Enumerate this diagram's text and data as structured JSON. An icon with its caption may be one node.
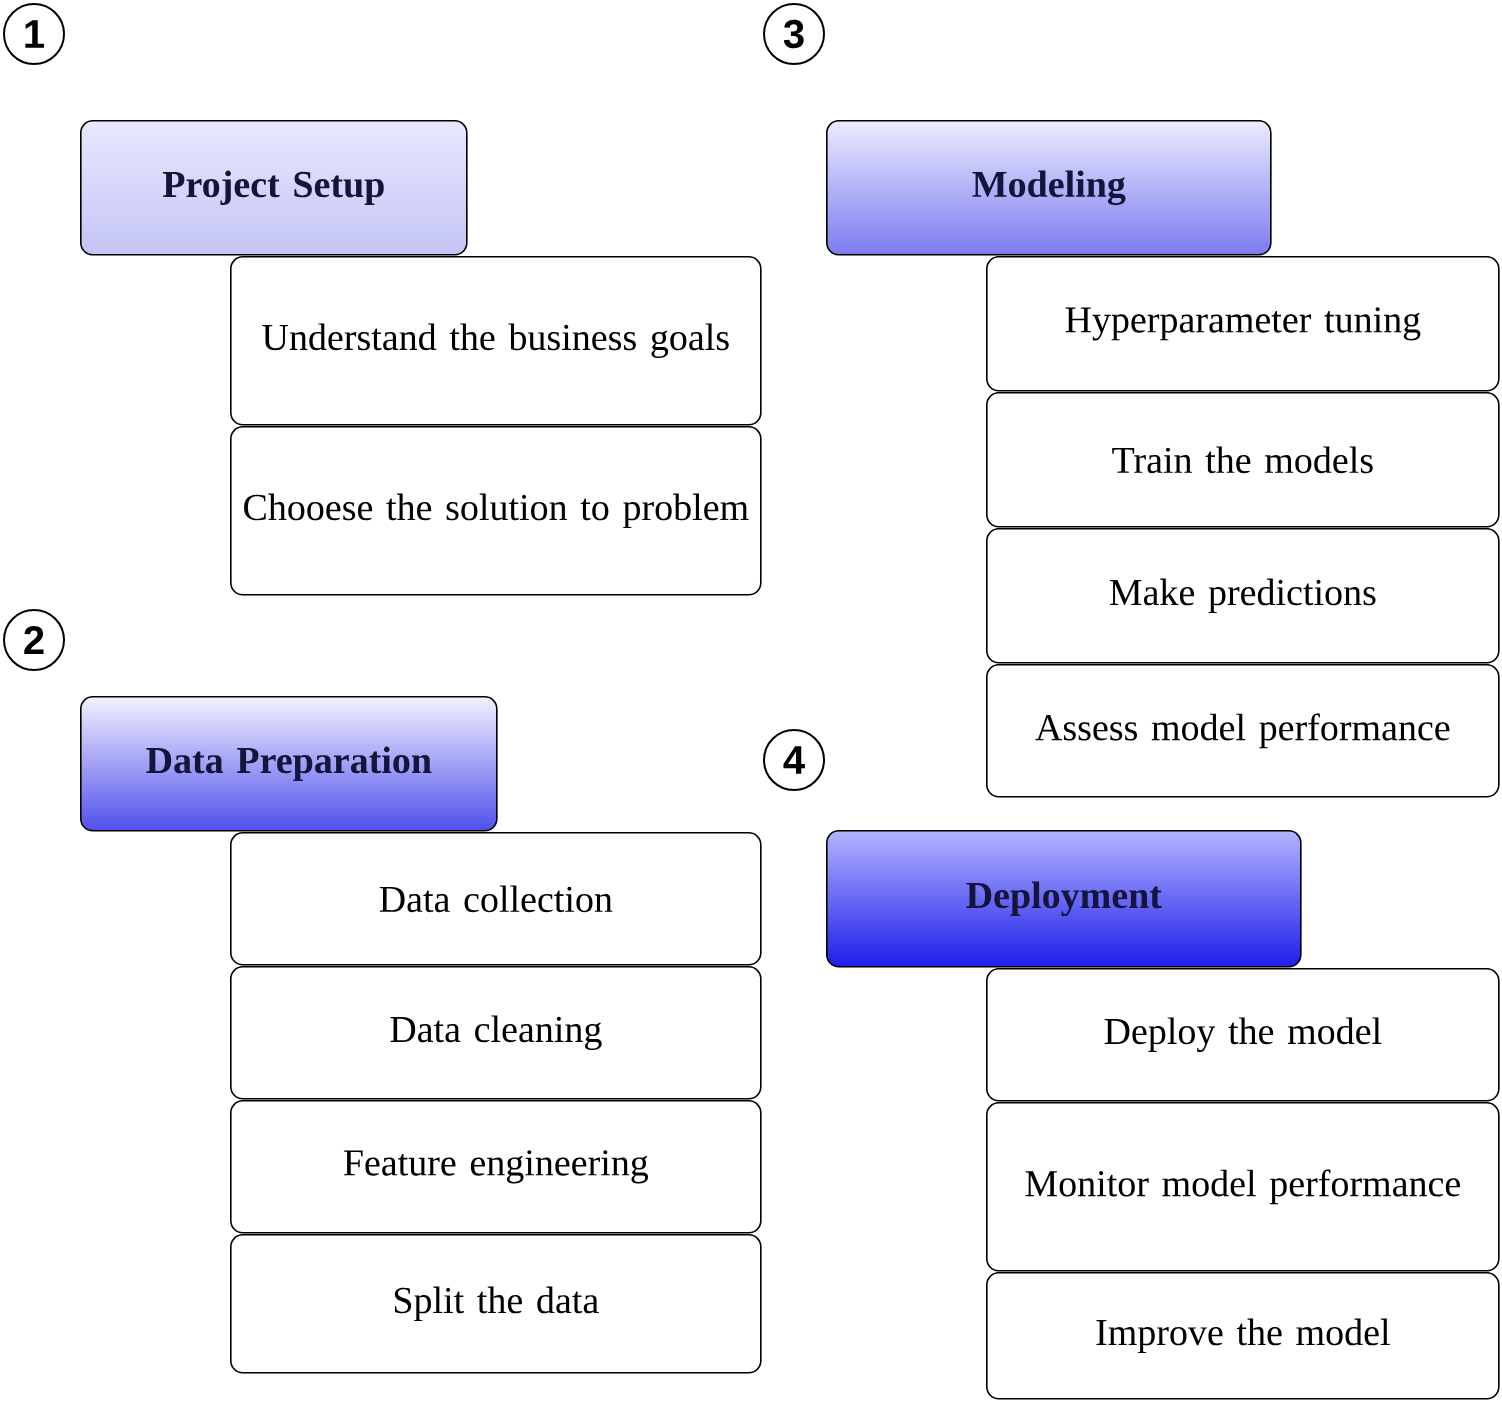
{
  "diagram": {
    "nodes": [
      {
        "text": [
          "1"
        ]
      },
      {
        "text": [
          "Project Setup"
        ]
      },
      {
        "text": [
          "Understand the business goals"
        ]
      },
      {
        "text": [
          "Chooese the solution to problem"
        ]
      },
      {
        "text": [
          "2"
        ]
      },
      {
        "text": [
          "Data Preparation"
        ]
      },
      {
        "text": [
          "Data collection"
        ]
      },
      {
        "text": [
          "Data cleaning"
        ]
      },
      {
        "text": [
          "Feature engineering"
        ]
      },
      {
        "text": [
          "Split the data"
        ]
      },
      {
        "text": [
          "3"
        ]
      },
      {
        "text": [
          "Modeling"
        ]
      },
      {
        "text": [
          "Hyperparameter tuning"
        ]
      },
      {
        "text": [
          "Train the models"
        ]
      },
      {
        "text": [
          "Make predictions"
        ]
      },
      {
        "text": [
          "Assess model performance"
        ]
      },
      {
        "text": [
          "4"
        ]
      },
      {
        "text": [
          "Deployment"
        ]
      },
      {
        "text": [
          "Deploy the model"
        ]
      },
      {
        "text": [
          "Monitor model performance"
        ]
      },
      {
        "text": [
          "Improve the model"
        ]
      }
    ]
  }
}
